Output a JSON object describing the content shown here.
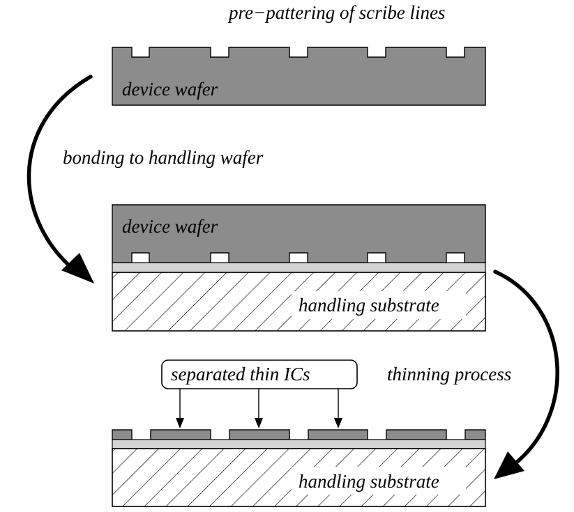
{
  "labels": {
    "step1": "pre−pattering of scribe lines",
    "device_wafer_top": "device wafer",
    "step2": "bonding to handling wafer",
    "device_wafer_bonded": "device wafer",
    "handling_substrate_1": "handling substrate",
    "thinning": "thinning process",
    "callout": "separated thin ICs",
    "handling_substrate_2": "handling substrate"
  },
  "colors": {
    "device_wafer": "#8c8c8c",
    "bonding_layer": "#d3d3d3",
    "outline": "#000000",
    "background": "#ffffff"
  }
}
